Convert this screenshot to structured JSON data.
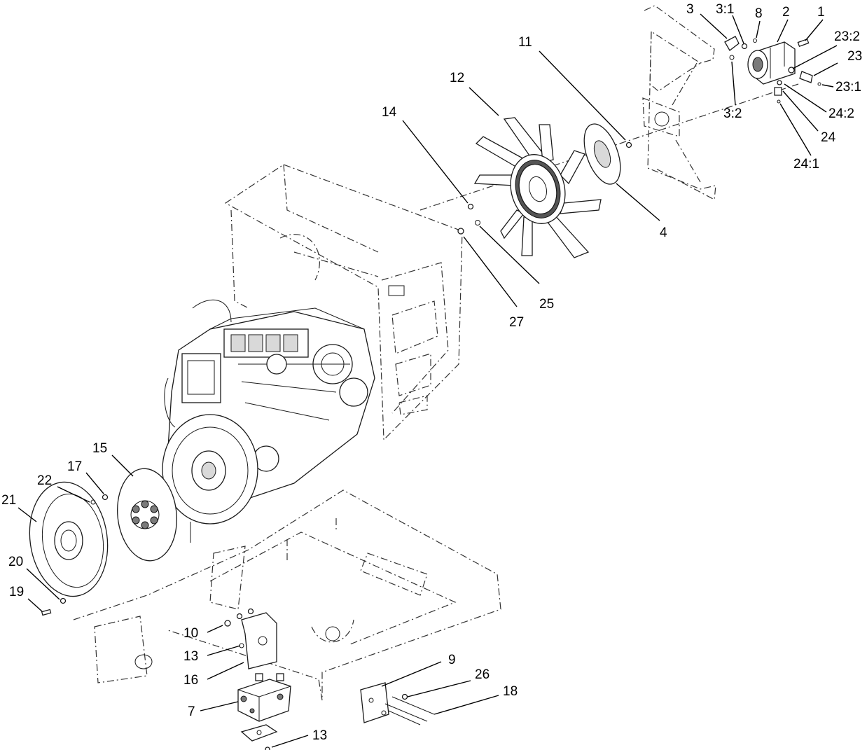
{
  "callouts": {
    "c1": "1",
    "c2": "2",
    "c3": "3",
    "c3_1": "3:1",
    "c3_2": "3:2",
    "c4": "4",
    "c7": "7",
    "c8": "8",
    "c9": "9",
    "c10": "10",
    "c11": "11",
    "c12": "12",
    "c13a": "13",
    "c13b": "13",
    "c14": "14",
    "c15": "15",
    "c16": "16",
    "c17": "17",
    "c18": "18",
    "c19": "19",
    "c20": "20",
    "c21": "21",
    "c22": "22",
    "c23": "23",
    "c23_1": "23:1",
    "c23_2": "23:2",
    "c24": "24",
    "c24_1": "24:1",
    "c24_2": "24:2",
    "c25": "25",
    "c26": "26",
    "c27": "27"
  }
}
